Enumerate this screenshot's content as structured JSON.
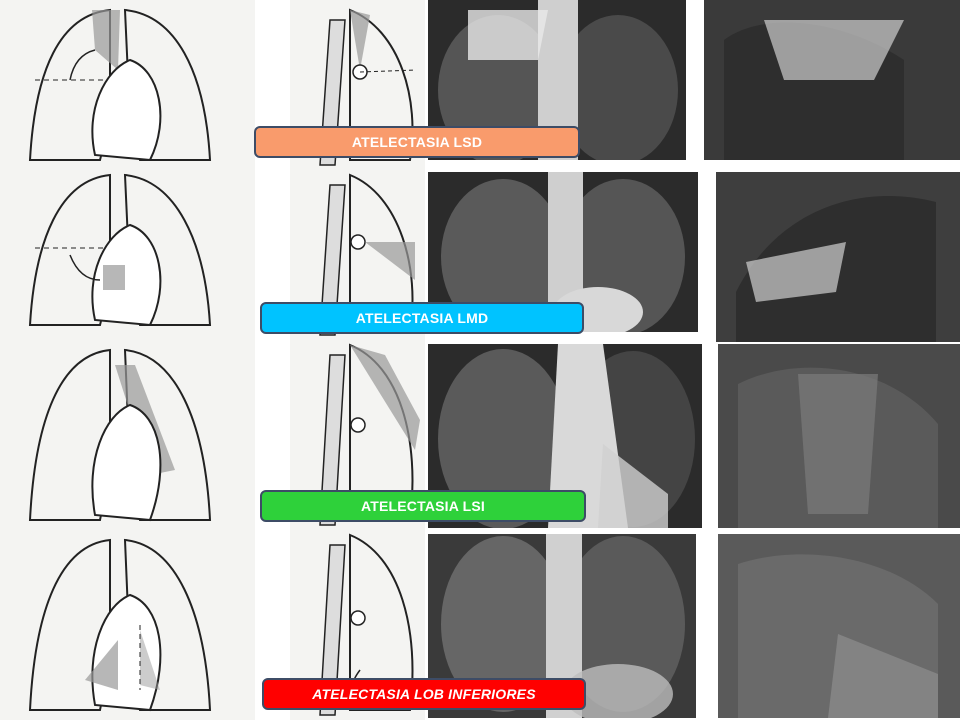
{
  "labels": {
    "lsd": "ATELECTASIA LSD",
    "lmd": "ATELECTASIA LMD",
    "lsi": "ATELECTASIA LSI",
    "lob": "ATELECTASIA LOB INFERIORES"
  },
  "colors": {
    "lsd_label": "#f99b6c",
    "lmd_label": "#00c3ff",
    "lsi_label": "#2ed13a",
    "lob_label": "#ff0000",
    "label_border": "#3d4c66"
  },
  "icons": [
    "lung-frontal-diagram-icon",
    "lung-lateral-diagram-icon",
    "arrow-icon"
  ]
}
